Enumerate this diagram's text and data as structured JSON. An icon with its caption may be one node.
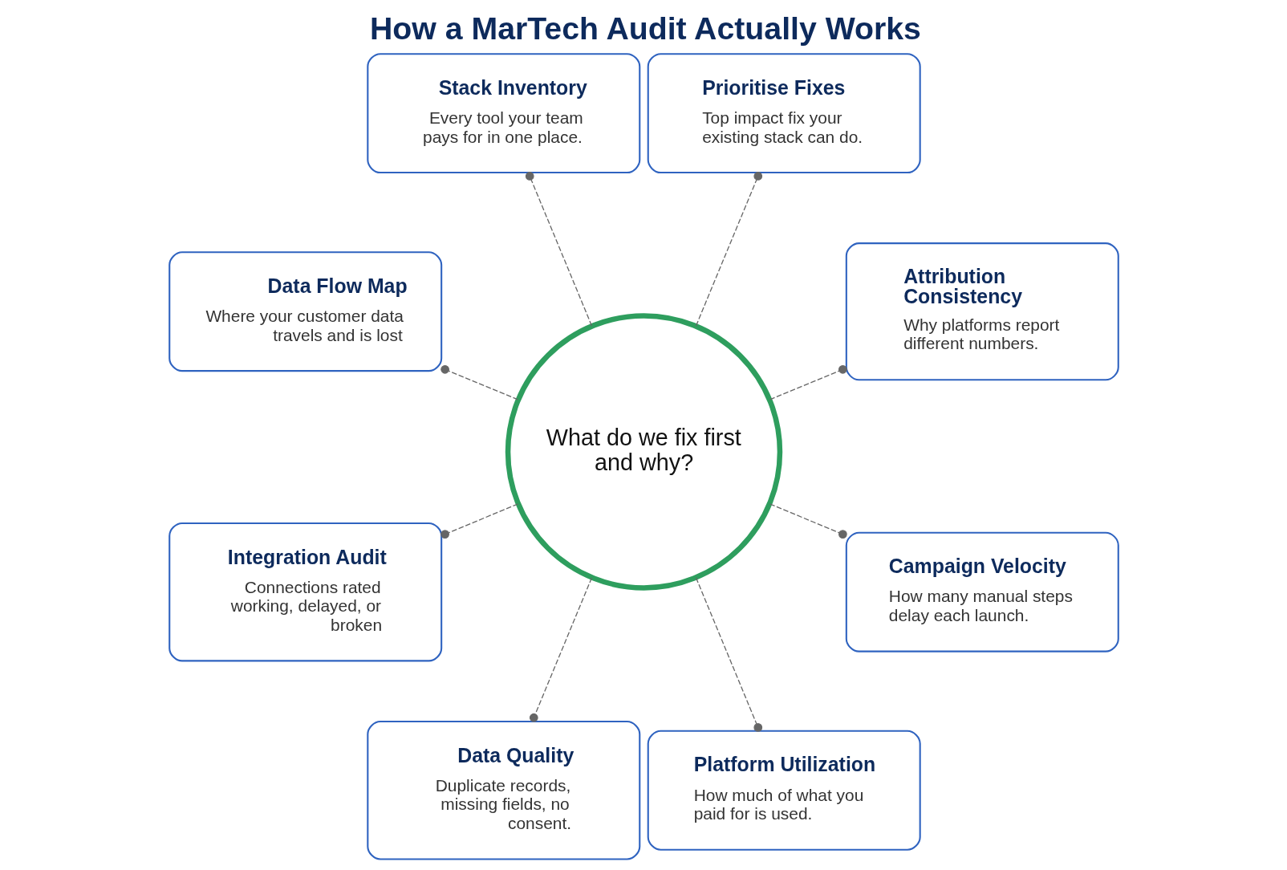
{
  "diagram": {
    "title": "How a MarTech Audit Actually Works",
    "nodes": [
      {
        "text": [
          "What do we fix first and why?"
        ]
      },
      {
        "text": [
          "Stack Inventory",
          "Every tool your team pays for in one place."
        ]
      },
      {
        "text": [
          "Prioritise Fixes",
          "Top impact fix your existing stack can do."
        ]
      },
      {
        "text": [
          "Data Flow Map",
          "Where your customer data travels and is lost"
        ]
      },
      {
        "text": [
          "Attribution Consistency",
          "Why platforms report different numbers."
        ]
      },
      {
        "text": [
          "Integration Audit",
          "Connections rated working, delayed, or broken"
        ]
      },
      {
        "text": [
          "Campaign Velocity",
          "How many manual steps delay each launch."
        ]
      },
      {
        "text": [
          "Data Quality",
          "Duplicate records, missing fields, no consent."
        ]
      },
      {
        "text": [
          "Platform Utilization",
          "How much of what you paid for is used."
        ]
      }
    ],
    "edges": [
      {
        "from": 0,
        "to": 1,
        "arrow": "other",
        "style": "dashed"
      },
      {
        "from": 0,
        "to": 2,
        "arrow": "other",
        "style": "dashed"
      },
      {
        "from": 0,
        "to": 4,
        "arrow": "other",
        "style": "dashed"
      },
      {
        "from": 0,
        "to": 6,
        "arrow": "other",
        "style": "dashed"
      },
      {
        "from": 0,
        "to": 8,
        "arrow": "other",
        "style": "dashed"
      },
      {
        "from": 0,
        "to": 7,
        "arrow": "other",
        "style": "dashed"
      },
      {
        "from": 0,
        "to": 5,
        "arrow": "other",
        "style": "dashed"
      },
      {
        "from": 0,
        "to": 3,
        "arrow": "other",
        "style": "dashed"
      }
    ]
  }
}
